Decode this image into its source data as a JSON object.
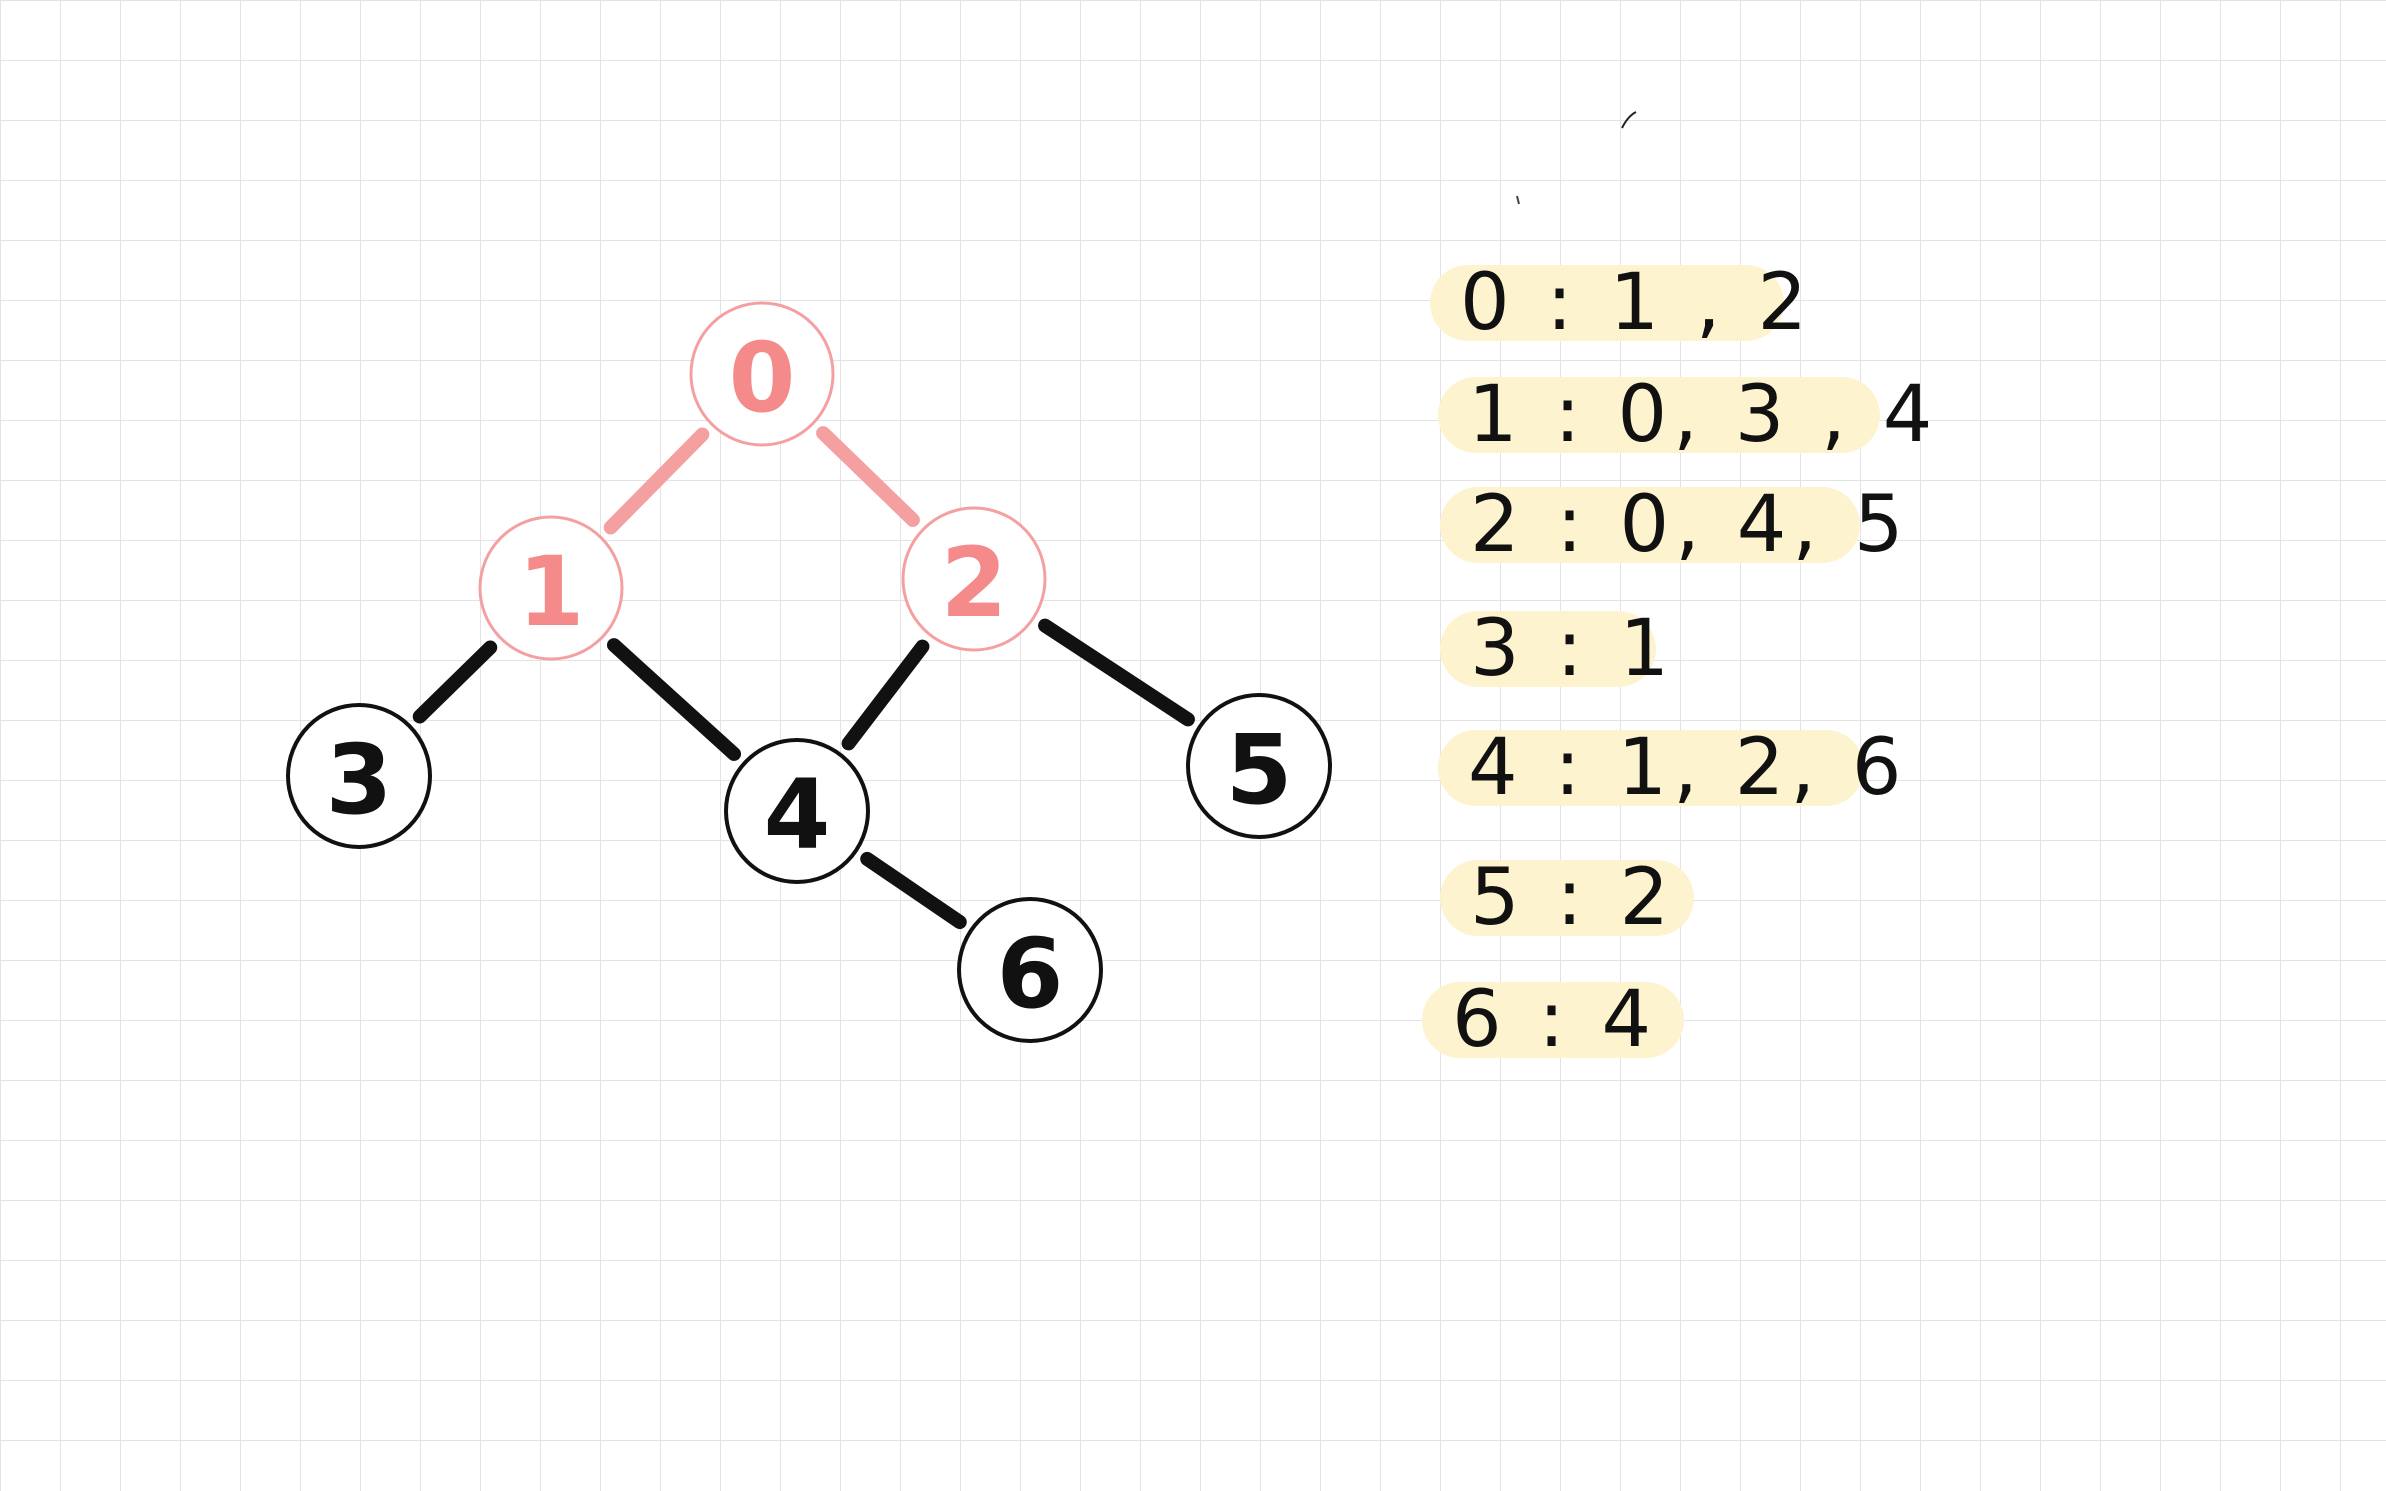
{
  "graph": {
    "highlight_color": "#f4a0a0",
    "highlight_text_color": "#f48a8a",
    "normal_color": "#111111",
    "nodes": [
      {
        "id": "0",
        "label": "0",
        "highlighted": true
      },
      {
        "id": "1",
        "label": "1",
        "highlighted": true
      },
      {
        "id": "2",
        "label": "2",
        "highlighted": true
      },
      {
        "id": "3",
        "label": "3",
        "highlighted": false
      },
      {
        "id": "4",
        "label": "4",
        "highlighted": false
      },
      {
        "id": "5",
        "label": "5",
        "highlighted": false
      },
      {
        "id": "6",
        "label": "6",
        "highlighted": false
      }
    ],
    "edges": [
      {
        "from": "0",
        "to": "1",
        "highlighted": true
      },
      {
        "from": "0",
        "to": "2",
        "highlighted": true
      },
      {
        "from": "1",
        "to": "3",
        "highlighted": false
      },
      {
        "from": "1",
        "to": "4",
        "highlighted": false
      },
      {
        "from": "2",
        "to": "4",
        "highlighted": false
      },
      {
        "from": "2",
        "to": "5",
        "highlighted": false
      },
      {
        "from": "4",
        "to": "6",
        "highlighted": false
      }
    ]
  },
  "adjacency": {
    "highlight_color": "#fdf3cf",
    "rows": [
      {
        "text": "0 : 1 , 2"
      },
      {
        "text": "1 : 0, 3 , 4"
      },
      {
        "text": "2 : 0, 4, 5"
      },
      {
        "text": "3 : 1"
      },
      {
        "text": "4 : 1, 2, 6"
      },
      {
        "text": "5 : 2"
      },
      {
        "text": "6 : 4"
      }
    ]
  }
}
